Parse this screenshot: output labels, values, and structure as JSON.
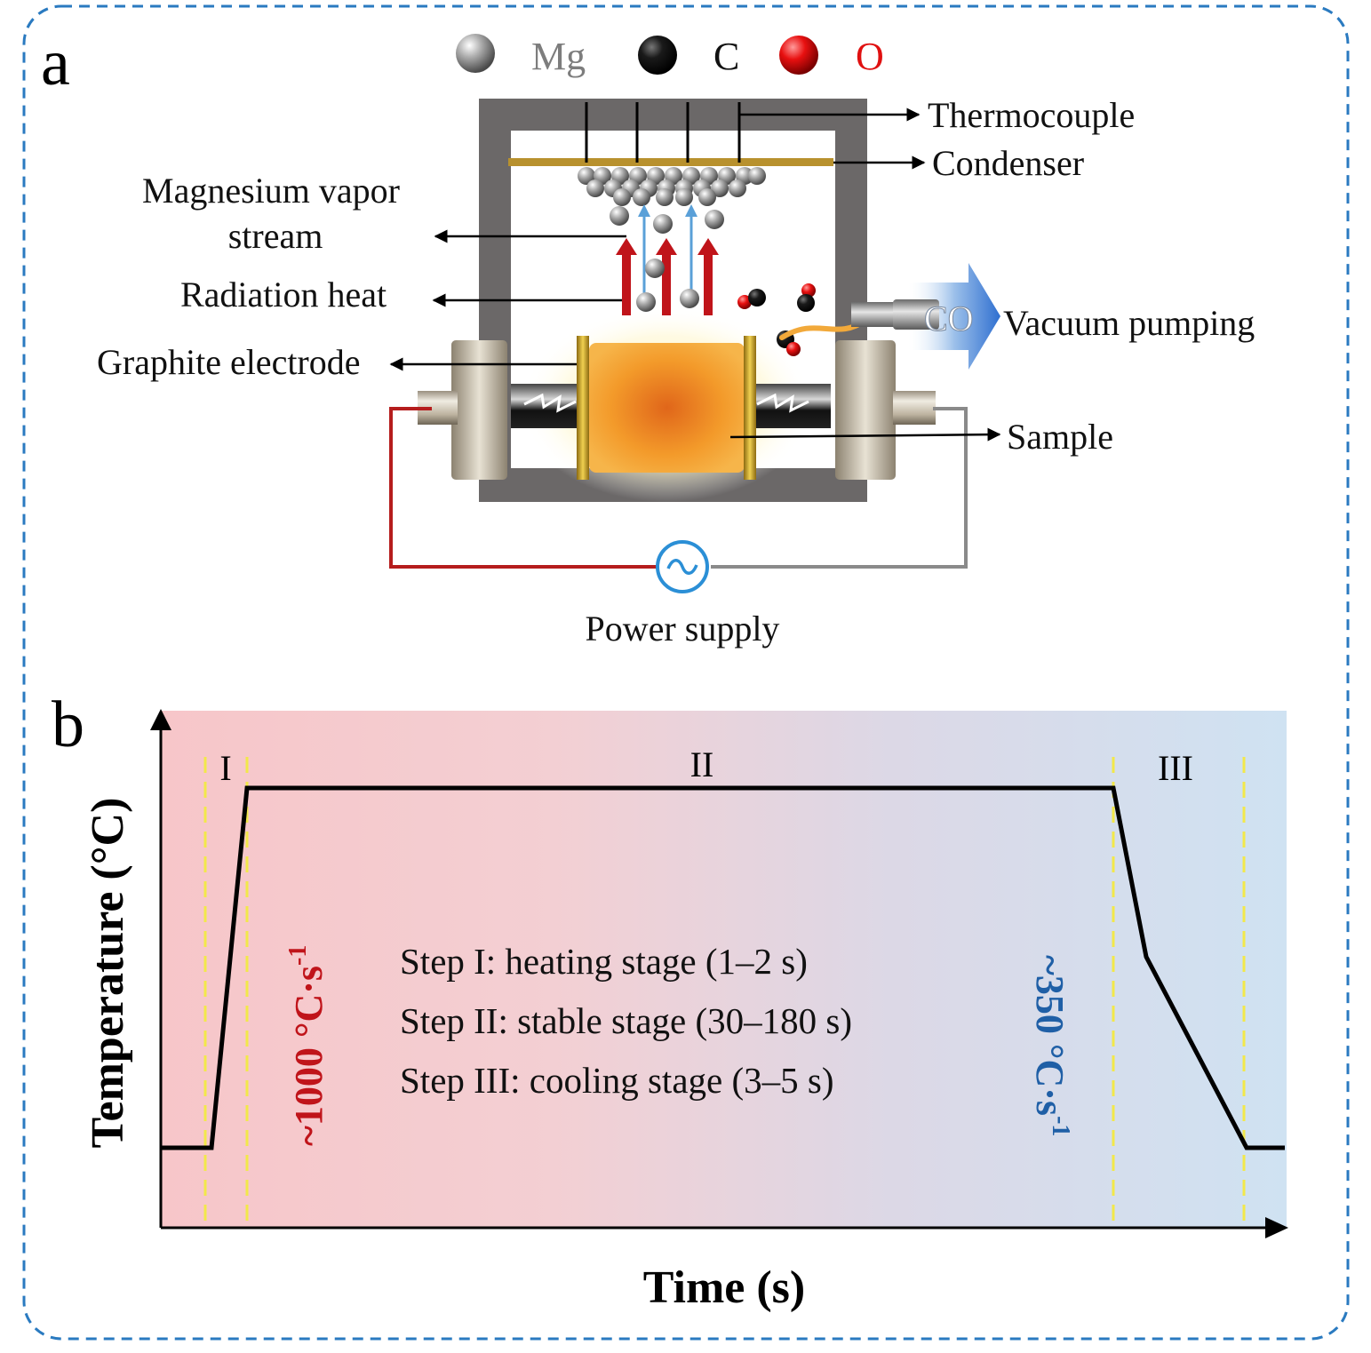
{
  "panel_a": {
    "letter": "a",
    "legend": [
      {
        "symbol": "Mg",
        "color": "#808080"
      },
      {
        "symbol": "C",
        "color": "#111111"
      },
      {
        "symbol": "O",
        "color": "#e01010"
      }
    ],
    "labels": {
      "thermocouple": "Thermocouple",
      "condenser": "Condenser",
      "vapor_line1": "Magnesium vapor",
      "vapor_line2": "stream",
      "radiation": "Radiation heat",
      "electrode": "Graphite electrode",
      "co": "CO",
      "vacuum": "Vacuum pumping",
      "sample": "Sample",
      "power": "Power supply"
    },
    "colors": {
      "chamber": "#6b6868",
      "condenser": "#b8912e",
      "sample": "#f08a1c",
      "hot_wire": "#b51d1d",
      "cold_wire": "#8a8a8a",
      "power_icon": "#2b8fd6",
      "heat_arrow": "#c0141a",
      "vapor_arrow": "#5aa0d8"
    }
  },
  "panel_b": {
    "letter": "b",
    "xlabel": "Time (s)",
    "ylabel": "Temperature (°C)",
    "stages": [
      "I",
      "II",
      "III"
    ],
    "heating_rate": "~1000 °C·s",
    "cooling_rate": "~350 °C·s",
    "rate_exponent": "-1",
    "steps": [
      "Step I: heating stage (1–2 s)",
      "Step II: stable stage (30–180 s)",
      "Step III: cooling stage (3–5 s)"
    ],
    "colors": {
      "bg_left": "#f7c6c9",
      "bg_right": "#cfe2f2",
      "heating_rate": "#c0141a",
      "cooling_rate": "#1f5fa6",
      "stage_divider": "#f2e84a",
      "frame": "#2a7ac0"
    }
  }
}
